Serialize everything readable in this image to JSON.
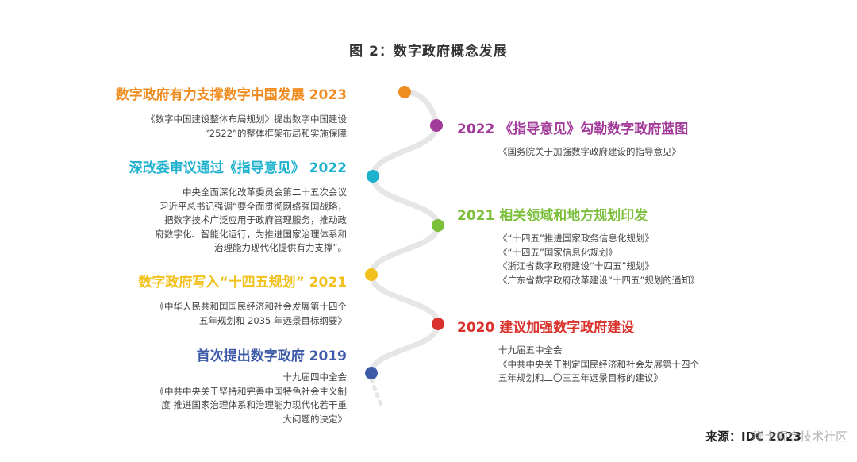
{
  "title": "图 2：数字政府概念发展",
  "colors": {
    "orange": "#f08c1f",
    "purple": "#a23a9a",
    "cyan": "#1fb2cf",
    "green": "#7cbf3b",
    "yellow": "#f2c11d",
    "red": "#d9312b",
    "blue": "#3d5aa8"
  },
  "left_items": [
    {
      "heading": "数字政府有力支撑数字中国发展  2023",
      "color": "#f08c1f",
      "desc": "《数字中国建设整体布局规划》提出数字中国建设\n“2522”的整体框架布局和实施保障"
    },
    {
      "heading": "深改委审议通过《指导意见》 2022",
      "color": "#1fb2cf",
      "desc": "中央全面深化改革委员会第二十五次会议\n习近平总书记强调“要全面贯彻网络强国战略，\n把数字技术广泛应用于政府管理服务，推动政\n府数字化、智能化运行，为推进国家治理体系和\n治理能力现代化提供有力支撑”。"
    },
    {
      "heading": "数字政府写入“十四五规划” 2021",
      "color": "#f2c11d",
      "desc": "《中华人民共和国国民经济和社会发展第十四个\n五年规划和 2035 年远景目标纲要》"
    },
    {
      "heading": "首次提出数字政府  2019",
      "color": "#3d5aa8",
      "desc": "十九届四中全会\n《中共中央关于坚持和完善中国特色社会主义制\n度 推进国家治理体系和治理能力现代化若干重\n大问题的决定》"
    }
  ],
  "right_items": [
    {
      "heading": "2022 《指导意见》勾勒数字政府蓝图",
      "color": "#a23a9a",
      "desc": "《国务院关于加强数字政府建设的指导意见》"
    },
    {
      "heading": "2021  相关领域和地方规划印发",
      "color": "#7cbf3b",
      "desc": "《“十四五”推进国家政务信息化规划》\n《“十四五”国家信息化规划》\n《浙江省数字政府建设“十四五”规划》\n《广东省数字政府改革建设“十四五”规划的通知》"
    },
    {
      "heading": "2020  建议加强数字政府建设",
      "color": "#d9312b",
      "desc": "十九届五中全会\n《中共中央关于制定国民经济和社会发展第十四个\n五年规划和二〇三五年远景目标的建议》"
    }
  ],
  "source": "来源：IDC 2023",
  "watermark": "稀土掘金技术社区"
}
